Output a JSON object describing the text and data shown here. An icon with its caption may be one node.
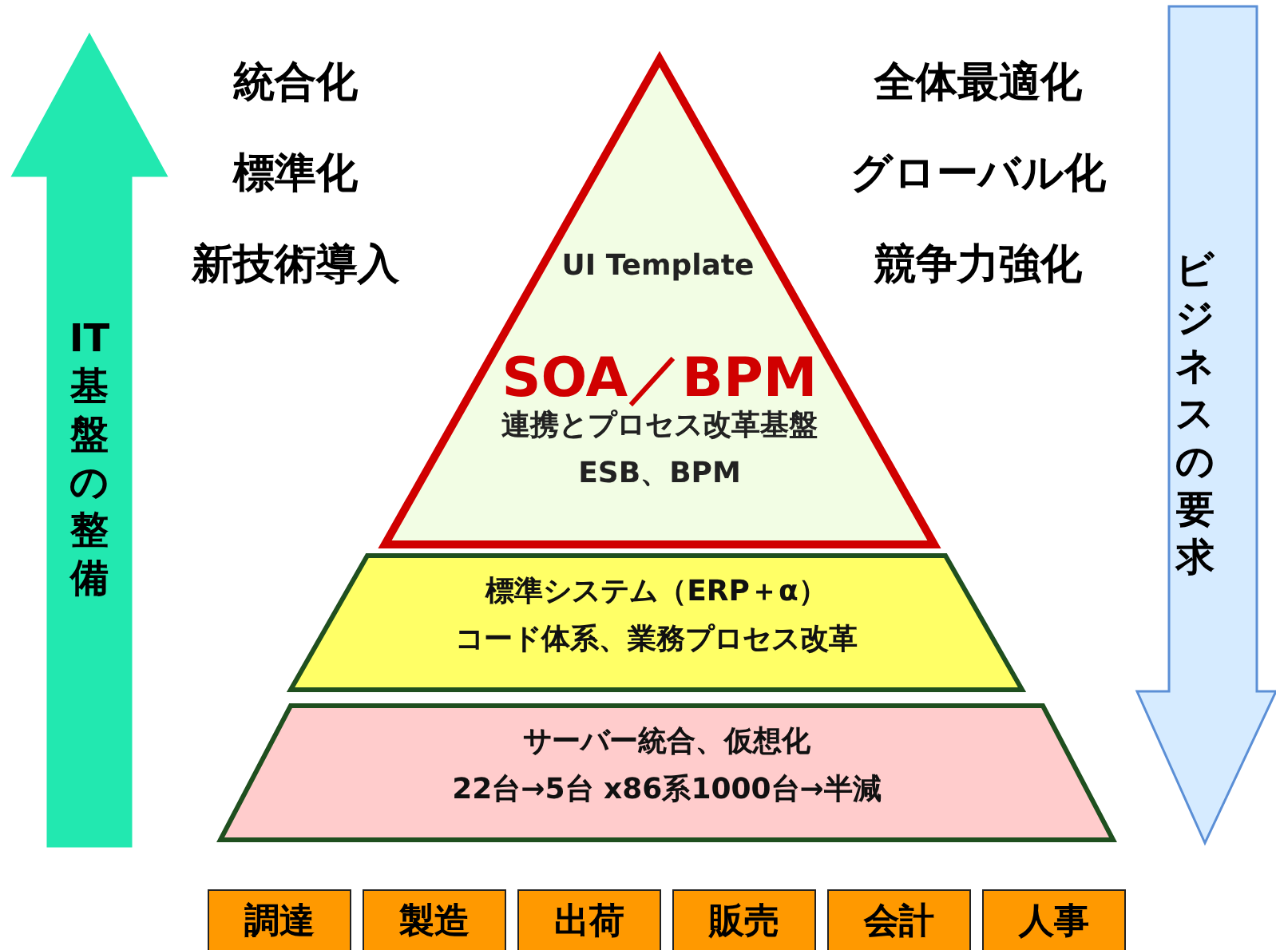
{
  "diagram": {
    "nodes": [
      {
        "text": [],
        "shape": "triangle"
      },
      {
        "text": [
          "UI Template"
        ],
        "in": 0
      },
      {
        "text": [
          "SOA／BPM",
          "連携とプロセス改革基盤",
          "ESB、BPM"
        ],
        "in": 0
      },
      {
        "text": [
          "標準システム（ERP＋α）",
          "コード体系、業務プロセス改革"
        ]
      },
      {
        "text": [
          "サーバー統合、仮想化",
          "22台→5台 x86系1000台→半減"
        ]
      },
      {
        "text": [
          "調達"
        ]
      },
      {
        "text": [
          "製造"
        ]
      },
      {
        "text": [
          "出荷"
        ]
      },
      {
        "text": [
          "販売"
        ]
      },
      {
        "text": [
          "会計"
        ]
      },
      {
        "text": [
          "人事"
        ]
      },
      {
        "text": [
          "IT基盤の整備"
        ]
      },
      {
        "text": [
          "ビジネスの要求"
        ]
      }
    ],
    "labels": [
      "統合化",
      "全体最適化",
      "標準化",
      "グローバル化",
      "新技術導入",
      "競争力強化"
    ]
  }
}
